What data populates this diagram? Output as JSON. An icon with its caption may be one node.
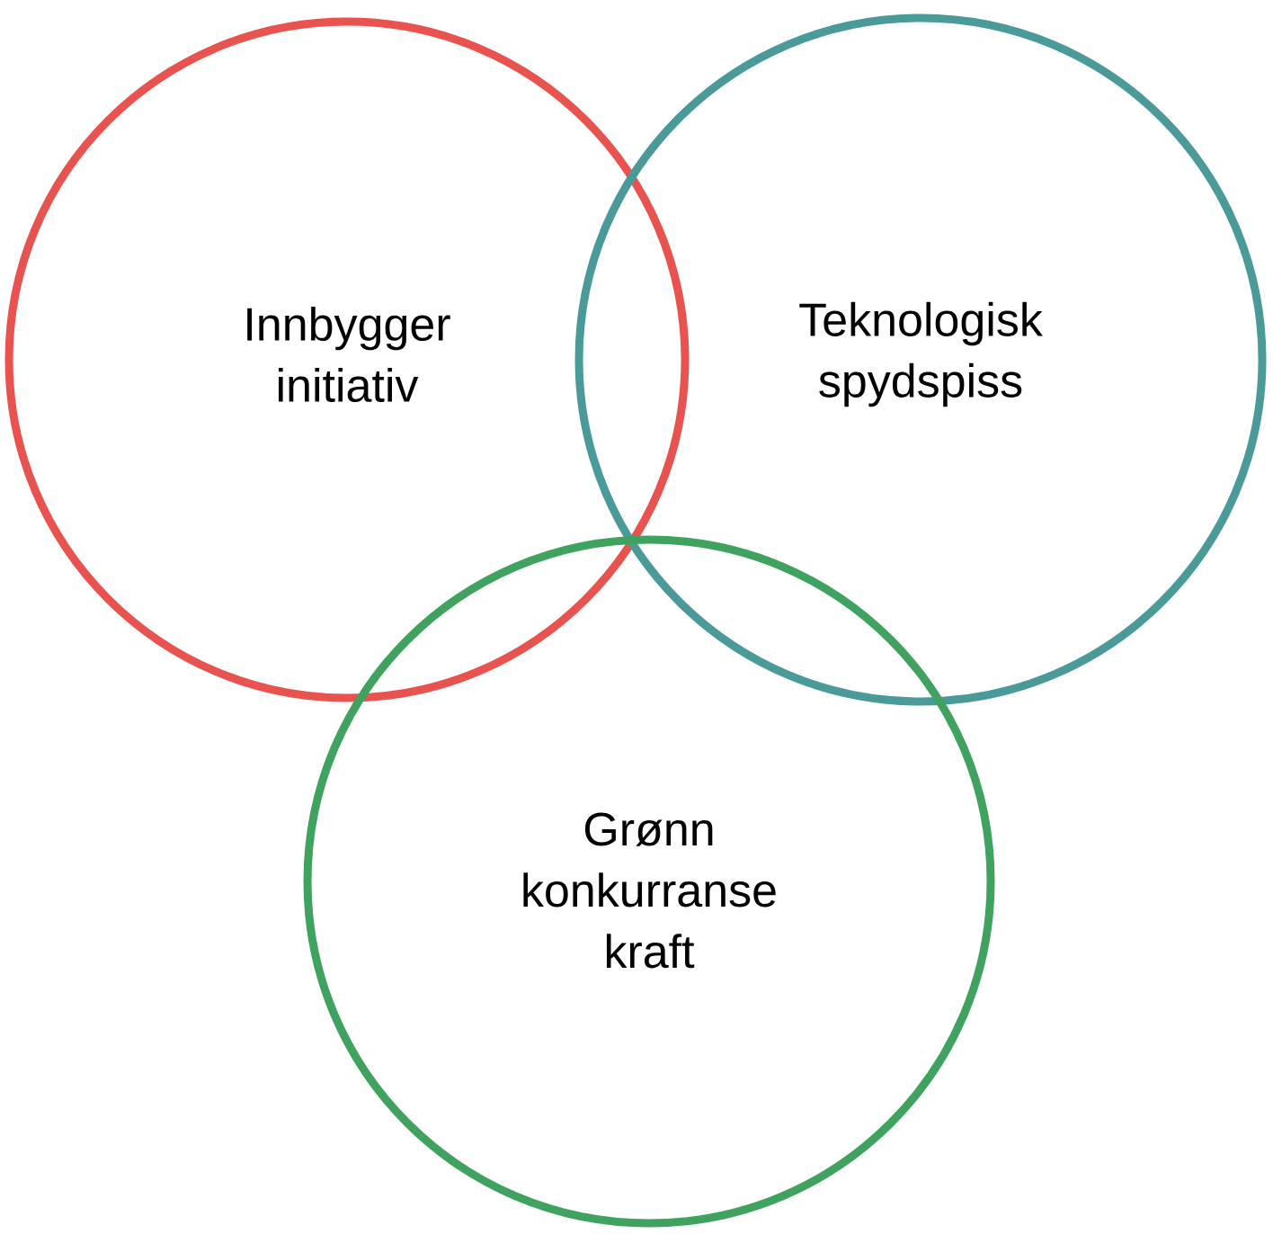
{
  "diagram": {
    "nodes": [
      {
        "text": [
          "Innbygger initiativ"
        ]
      },
      {
        "text": [
          "Teknologisk spydspiss"
        ]
      },
      {
        "text": [
          "Grønn konkurranse kraft"
        ]
      }
    ]
  }
}
